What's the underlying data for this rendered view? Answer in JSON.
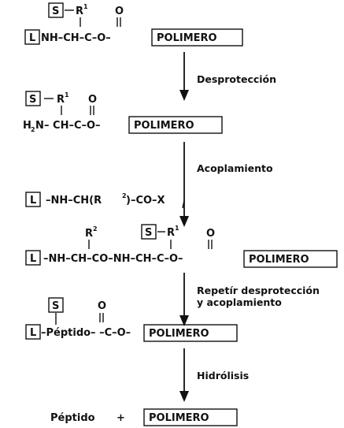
{
  "boxes": {
    "S": "S",
    "L": "L",
    "polymer": "POLIMERO"
  },
  "structures": {
    "s1": {
      "r": "R",
      "r_sup": "1",
      "o": "O",
      "chain": "NH–CH–C–O–"
    },
    "s2": {
      "r": "R",
      "r_sup": "1",
      "o": "O",
      "h2n": "H",
      "h2n_sub": "2",
      "h2n_n": "N",
      "chain": "– CH–C–O–"
    },
    "s3": {
      "chain": "–NH–CH(R",
      "sup": "2",
      "tail": ")–CO–X"
    },
    "s4": {
      "r2": "R",
      "r2_sup": "2",
      "r1": "R",
      "r1_sup": "1",
      "o": "O",
      "chain_left": "–NH–CH–CO–NH–CH–C–O–"
    },
    "s5": {
      "o": "O",
      "chain": "–Péptido– –C–O–"
    },
    "final": {
      "peptide": "Péptido",
      "plus": "+"
    }
  },
  "steps": [
    {
      "label": "Desprotección"
    },
    {
      "label": "Acoplamiento"
    },
    {
      "label_line1": "Repetír desprotección",
      "label_line2": "y acoplamiento"
    },
    {
      "label": "Hidrólisis"
    }
  ]
}
